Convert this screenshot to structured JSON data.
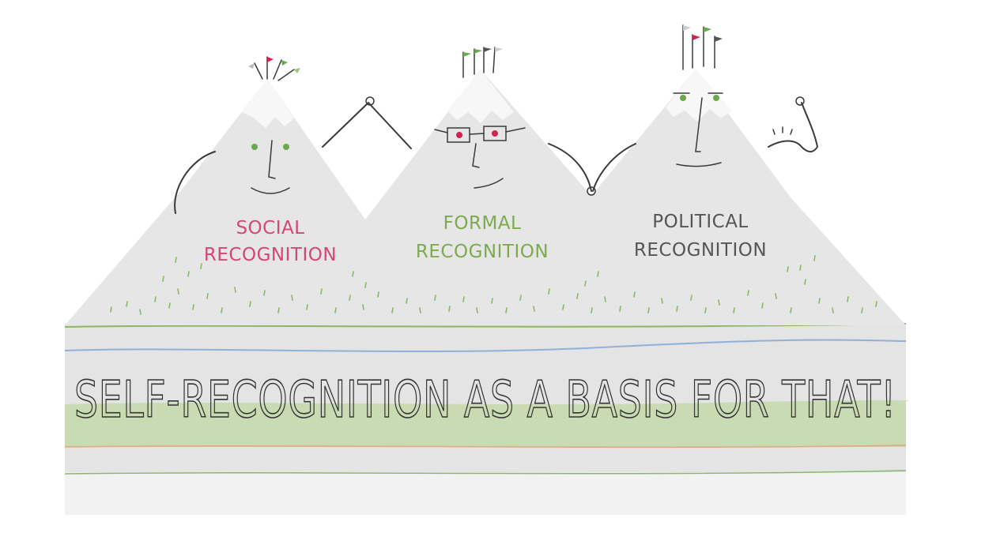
{
  "peaks": [
    {
      "id": "social",
      "line1": "SOCIAL",
      "line2": "RECOGNITION",
      "color": "#d6457a"
    },
    {
      "id": "formal",
      "line1": "FORMAL",
      "line2": "RECOGNITION",
      "color": "#7daa4e"
    },
    {
      "id": "political",
      "line1": "POLITICAL",
      "line2": "RECOGNITION",
      "color": "#555555"
    }
  ],
  "base": {
    "text": "SELF-RECOGNITION AS A BASIS FOR THAT!"
  },
  "colors": {
    "mountain": "#e6e6e6",
    "snow": "#f7f7f7",
    "grass": "#8ab56a",
    "green_band": "#c9dbb3",
    "blue_line": "#8fb0d8",
    "orange_line": "#e0a77a",
    "flag_red": "#d0234f",
    "flag_green": "#6aa84f",
    "flag_gray": "#555555"
  },
  "icons": [
    "flag-icon",
    "eye-icon",
    "glasses-icon",
    "arm-icon",
    "flex-arm-icon"
  ]
}
